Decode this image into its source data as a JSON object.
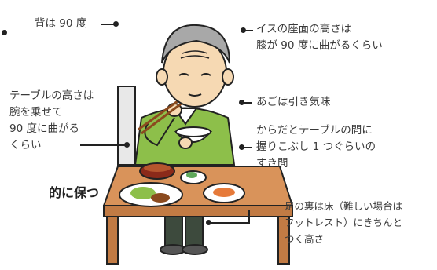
{
  "annotations": {
    "back_angle": "背は 90 度",
    "chair_line1": "イスの座面の高さは",
    "chair_line2": "膝が 90 度に曲がるくらい",
    "table_line1": "テーブルの高さは",
    "table_line2": "腕を乗せて",
    "table_line3": "90 度に曲がる",
    "table_line4": "くらい",
    "chin": "あごは引き気味",
    "gap_line1": "からだとテーブルの間に",
    "gap_line2": "握りこぶし 1 つぐらいの",
    "gap_line3": "すき間",
    "feet_line1": "足の裏は床（難しい場合は",
    "feet_line2": "フットレスト）にきちんと",
    "feet_line3": "つく高さ"
  },
  "heading_fragment": "的に保つ",
  "colors": {
    "sweater": "#8dbf4a",
    "table": "#d9935a",
    "skin": "#f6d9b3",
    "hair": "#a8a8a8"
  }
}
